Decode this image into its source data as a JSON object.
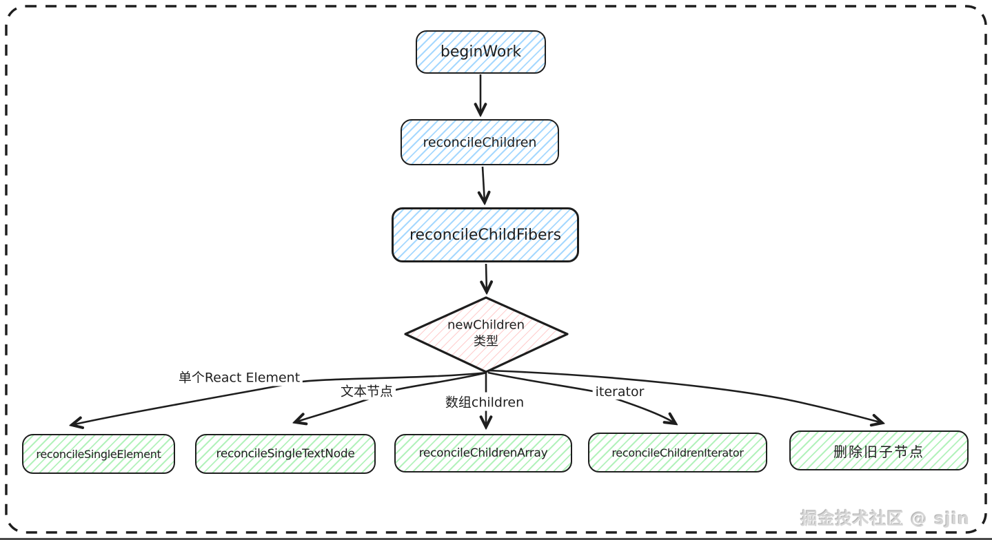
{
  "flowchart": {
    "main_nodes": [
      {
        "id": "beginWork",
        "label": "beginWork"
      },
      {
        "id": "reconcileChildren",
        "label": "reconcileChildren"
      },
      {
        "id": "reconcileChildFibers",
        "label": "reconcileChildFibers"
      }
    ],
    "decision": {
      "line1": "newChildren",
      "line2": "类型"
    },
    "branch_labels": [
      {
        "label": "单个React Element"
      },
      {
        "label": "文本节点"
      },
      {
        "label": "数组children"
      },
      {
        "label": "iterator"
      }
    ],
    "leaf_nodes": [
      {
        "label": "reconcileSingleElement"
      },
      {
        "label": "reconcileSingleTextNode"
      },
      {
        "label": "reconcileChildrenArray"
      },
      {
        "label": "reconcileChildrenIterator"
      },
      {
        "label": "删除旧子节点"
      }
    ],
    "watermark": "掘金技术社区 @ sjin",
    "colors": {
      "node_blue": "#a5d8ff",
      "decision_pink": "#ffc9c9",
      "leaf_green": "#b2f2bb",
      "stroke": "#1e1e1e"
    }
  }
}
